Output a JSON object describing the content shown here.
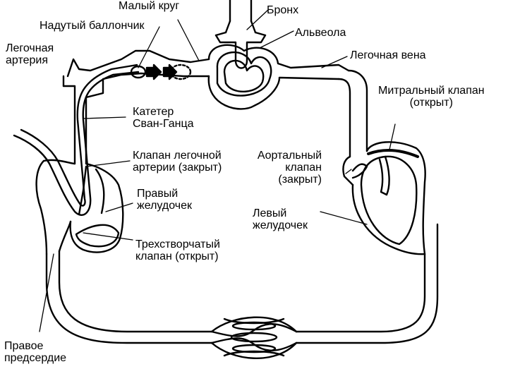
{
  "diagram": {
    "labels": {
      "small_circle": "Малый круг",
      "bronchus": "Бронх",
      "inflated_balloon": "Надутый баллончик",
      "pulmonary_artery": [
        "Легочная",
        "артерия"
      ],
      "alveolus": "Альвеола",
      "pulmonary_vein": "Легочная вена",
      "catheter": [
        "Катетер",
        "Сван-Ганца"
      ],
      "mitral_valve": [
        "Митральный клапан",
        "(открыт)"
      ],
      "pulmonary_valve": [
        "Клапан легочной",
        "артерии (закрыт)"
      ],
      "aortic_valve": [
        "Аортальный",
        "клапан",
        "(закрыт)"
      ],
      "right_ventricle": [
        "Правый",
        "желудочек"
      ],
      "left_ventricle": [
        "Левый",
        "желудочек"
      ],
      "tricuspid_valve": [
        "Трехстворчатый",
        "клапан (открыт)"
      ],
      "right_atrium": [
        "Правое",
        "предсердие"
      ]
    },
    "colors": {
      "line": "#000000",
      "background": "#ffffff"
    }
  }
}
